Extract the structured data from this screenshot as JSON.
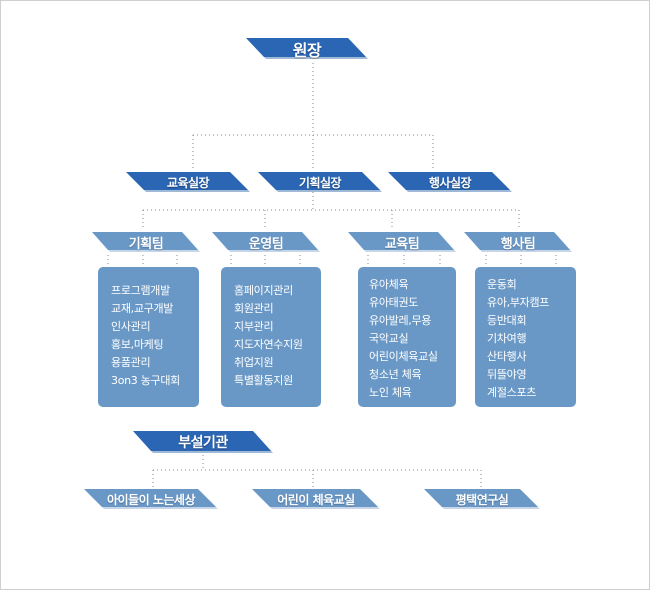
{
  "director": "원장",
  "offices": [
    "교육실장",
    "기획실장",
    "행사실장"
  ],
  "teams": [
    {
      "name": "기획팀",
      "items": [
        "프로그램개발",
        "교재,교구개발",
        "인사관리",
        "홍보,마케팅",
        "용품관리",
        "3on3 농구대회"
      ]
    },
    {
      "name": "운영팀",
      "items": [
        "홈페이지관리",
        "회원관리",
        "지부관리",
        "지도자연수지원",
        "취업지원",
        "특별활동지원"
      ]
    },
    {
      "name": "교육팀",
      "items": [
        "유아체육",
        "유아태권도",
        "유아발레,무용",
        "국악교실",
        "어린이체육교실",
        "청소년 체육",
        "노인 체육"
      ]
    },
    {
      "name": "행사팀",
      "items": [
        "운동회",
        "유아,부자캠프",
        "등반대회",
        "기차여행",
        "산타행사",
        "뒤뜰야영",
        "계절스포츠"
      ]
    }
  ],
  "affiliates": {
    "title": "부설기관",
    "items": [
      "아이들이 노는세상",
      "어린이 체육교실",
      "평택연구실"
    ]
  },
  "colors": {
    "dark": "#2a66b4",
    "light": "#6a98c6",
    "box": "#6a98c6",
    "line": "#8a8a8a"
  }
}
